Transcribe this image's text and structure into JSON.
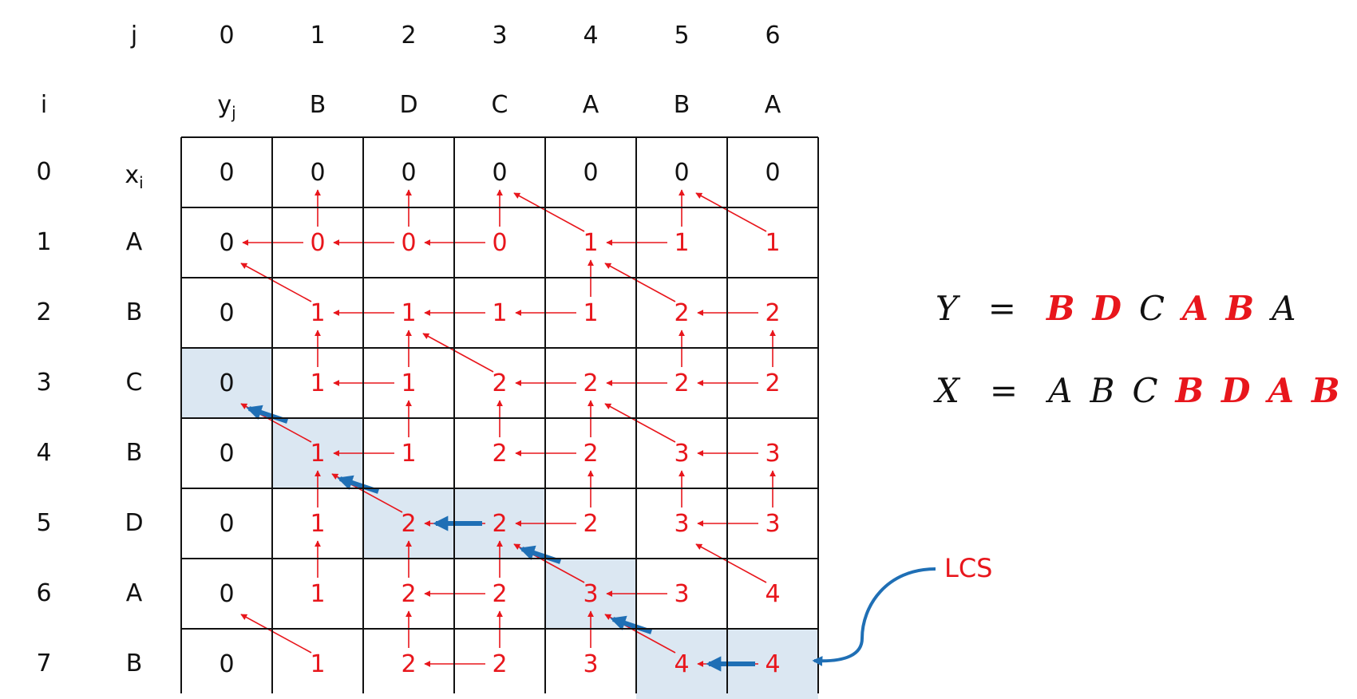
{
  "headers": {
    "j_label": "j",
    "i_label": "i",
    "j_values": [
      "0",
      "1",
      "2",
      "3",
      "4",
      "5",
      "6"
    ],
    "y_label": "y",
    "y_sub": "j",
    "y_chars": [
      "B",
      "D",
      "C",
      "A",
      "B",
      "A"
    ],
    "i_values": [
      "0",
      "1",
      "2",
      "3",
      "4",
      "5",
      "6",
      "7"
    ],
    "x_label": "x",
    "x_sub": "i",
    "x_chars": [
      "A",
      "B",
      "C",
      "B",
      "D",
      "A",
      "B"
    ]
  },
  "table": [
    [
      "0",
      "0",
      "0",
      "0",
      "0",
      "0",
      "0"
    ],
    [
      "0",
      "0",
      "0",
      "0",
      "1",
      "1",
      "1"
    ],
    [
      "0",
      "1",
      "1",
      "1",
      "1",
      "2",
      "2"
    ],
    [
      "0",
      "1",
      "1",
      "2",
      "2",
      "2",
      "2"
    ],
    [
      "0",
      "1",
      "1",
      "2",
      "2",
      "3",
      "3"
    ],
    [
      "0",
      "1",
      "2",
      "2",
      "2",
      "3",
      "3"
    ],
    [
      "0",
      "1",
      "2",
      "2",
      "3",
      "3",
      "4"
    ],
    [
      "0",
      "1",
      "2",
      "2",
      "3",
      "4",
      "4"
    ]
  ],
  "highlight_cells": [
    [
      3,
      0
    ],
    [
      4,
      1
    ],
    [
      5,
      2
    ],
    [
      5,
      3
    ],
    [
      6,
      4
    ],
    [
      7,
      5
    ],
    [
      7,
      6
    ]
  ],
  "pointers": [
    {
      "cell": [
        1,
        1
      ],
      "dir": "both"
    },
    {
      "cell": [
        1,
        2
      ],
      "dir": "both"
    },
    {
      "cell": [
        1,
        3
      ],
      "dir": "both"
    },
    {
      "cell": [
        1,
        4
      ],
      "dir": "diag"
    },
    {
      "cell": [
        1,
        5
      ],
      "dir": "both"
    },
    {
      "cell": [
        1,
        6
      ],
      "dir": "diag"
    },
    {
      "cell": [
        2,
        1
      ],
      "dir": "diag"
    },
    {
      "cell": [
        2,
        2
      ],
      "dir": "left"
    },
    {
      "cell": [
        2,
        3
      ],
      "dir": "left"
    },
    {
      "cell": [
        2,
        4
      ],
      "dir": "both"
    },
    {
      "cell": [
        2,
        5
      ],
      "dir": "diag"
    },
    {
      "cell": [
        2,
        6
      ],
      "dir": "left"
    },
    {
      "cell": [
        3,
        1
      ],
      "dir": "up"
    },
    {
      "cell": [
        3,
        2
      ],
      "dir": "both"
    },
    {
      "cell": [
        3,
        3
      ],
      "dir": "diag"
    },
    {
      "cell": [
        3,
        4
      ],
      "dir": "left"
    },
    {
      "cell": [
        3,
        5
      ],
      "dir": "both"
    },
    {
      "cell": [
        3,
        6
      ],
      "dir": "both"
    },
    {
      "cell": [
        4,
        1
      ],
      "dir": "diag"
    },
    {
      "cell": [
        4,
        2
      ],
      "dir": "both"
    },
    {
      "cell": [
        4,
        3
      ],
      "dir": "up"
    },
    {
      "cell": [
        4,
        4
      ],
      "dir": "both"
    },
    {
      "cell": [
        4,
        5
      ],
      "dir": "diag"
    },
    {
      "cell": [
        4,
        6
      ],
      "dir": "left"
    },
    {
      "cell": [
        5,
        1
      ],
      "dir": "up"
    },
    {
      "cell": [
        5,
        2
      ],
      "dir": "diag"
    },
    {
      "cell": [
        5,
        3
      ],
      "dir": "left"
    },
    {
      "cell": [
        5,
        4
      ],
      "dir": "both"
    },
    {
      "cell": [
        5,
        5
      ],
      "dir": "up"
    },
    {
      "cell": [
        5,
        6
      ],
      "dir": "both"
    },
    {
      "cell": [
        6,
        1
      ],
      "dir": "up"
    },
    {
      "cell": [
        6,
        2
      ],
      "dir": "up"
    },
    {
      "cell": [
        6,
        3
      ],
      "dir": "both"
    },
    {
      "cell": [
        6,
        4
      ],
      "dir": "diag"
    },
    {
      "cell": [
        6,
        5
      ],
      "dir": "left"
    },
    {
      "cell": [
        6,
        6
      ],
      "dir": "diag"
    },
    {
      "cell": [
        7,
        1
      ],
      "dir": "diag"
    },
    {
      "cell": [
        7,
        2
      ],
      "dir": "up"
    },
    {
      "cell": [
        7,
        3
      ],
      "dir": "both"
    },
    {
      "cell": [
        7,
        4
      ],
      "dir": "up"
    },
    {
      "cell": [
        7,
        5
      ],
      "dir": "diag"
    },
    {
      "cell": [
        7,
        6
      ],
      "dir": "left"
    }
  ],
  "path": [
    {
      "from": [
        7,
        6
      ],
      "dir": "left"
    },
    {
      "from": [
        7,
        5
      ],
      "dir": "diag"
    },
    {
      "from": [
        6,
        4
      ],
      "dir": "diag"
    },
    {
      "from": [
        5,
        3
      ],
      "dir": "left"
    },
    {
      "from": [
        5,
        2
      ],
      "dir": "diag"
    },
    {
      "from": [
        4,
        1
      ],
      "dir": "diag"
    }
  ],
  "equations": {
    "y_var": "Y",
    "y_seq": [
      {
        "ch": "B",
        "hl": true
      },
      {
        "ch": "D",
        "hl": true
      },
      {
        "ch": "C",
        "hl": false
      },
      {
        "ch": "A",
        "hl": true
      },
      {
        "ch": "B",
        "hl": true
      },
      {
        "ch": "A",
        "hl": false
      }
    ],
    "x_var": "X",
    "x_seq": [
      {
        "ch": "A",
        "hl": false
      },
      {
        "ch": "B",
        "hl": false
      },
      {
        "ch": "C",
        "hl": false
      },
      {
        "ch": "B",
        "hl": true
      },
      {
        "ch": "D",
        "hl": true
      },
      {
        "ch": "A",
        "hl": true
      },
      {
        "ch": "B",
        "hl": true
      }
    ],
    "equals": "="
  },
  "lcs_label": "LCS",
  "colors": {
    "red": "#e8161c",
    "blue": "#1f6fb5",
    "highlight": "#dbe7f2",
    "grid": "#111111"
  }
}
